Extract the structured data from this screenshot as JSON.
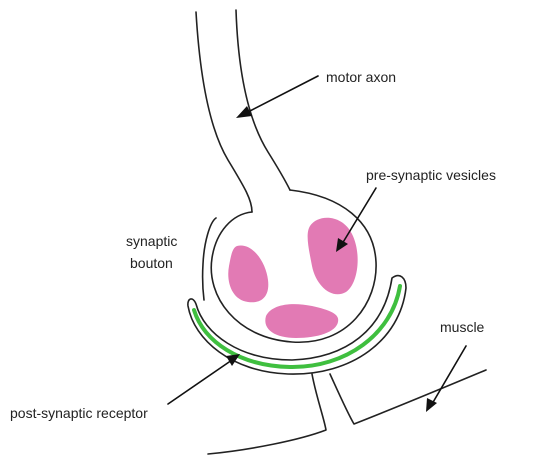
{
  "labels": {
    "motor_axon": "motor axon",
    "presynaptic_vesicles": "pre-synaptic vesicles",
    "synaptic": "synaptic",
    "bouton": "bouton",
    "muscle": "muscle",
    "postsynaptic_receptor": "post-synaptic receptor"
  },
  "colors": {
    "vesicle": "#e27ab4",
    "receptor": "#3fbf3f",
    "outline": "#222222"
  }
}
